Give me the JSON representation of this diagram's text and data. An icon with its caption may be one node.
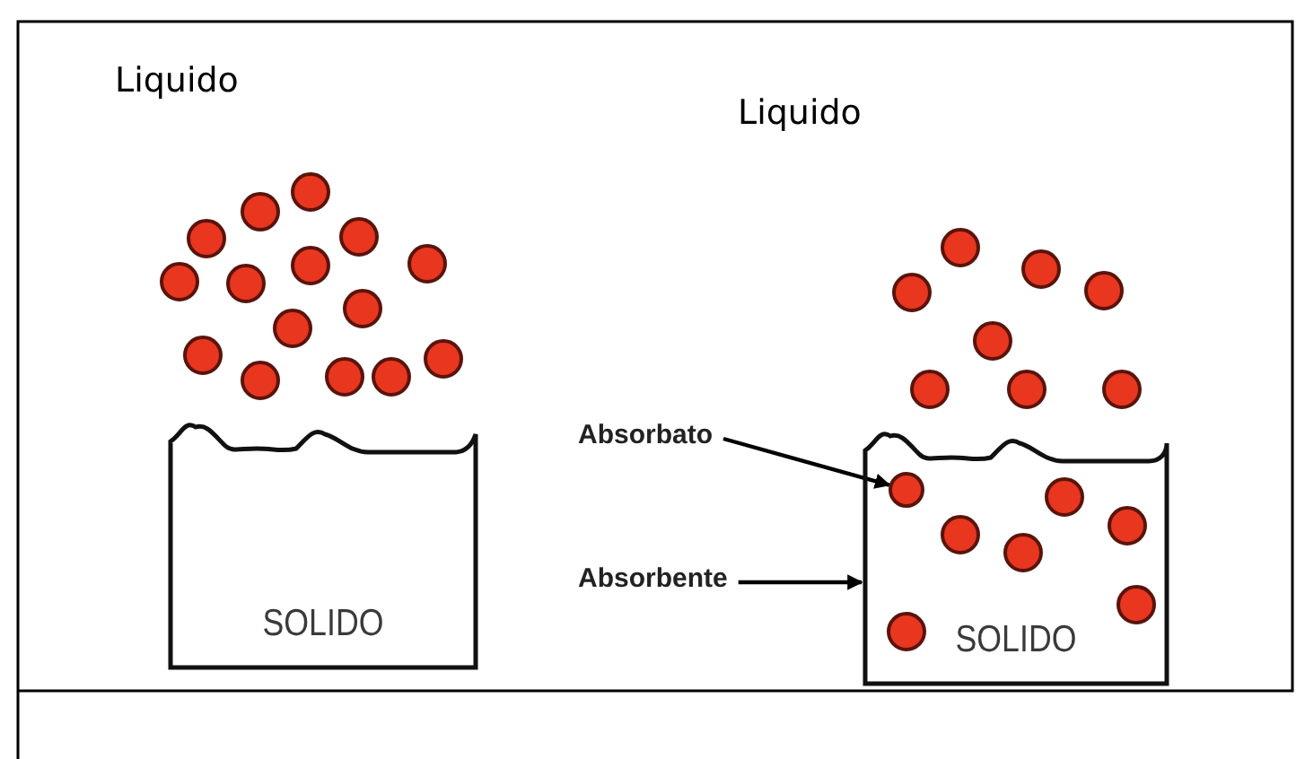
{
  "diagram": {
    "nodes": [
      {
        "text": [
          "SOLIDO"
        ]
      },
      {
        "text": [
          "SOLIDO"
        ]
      },
      {
        "text": [
          "Absorbato"
        ]
      },
      {
        "text": [
          "Absorbente"
        ]
      },
      {
        "text": [],
        "shape": "circle",
        "in": 1
      }
    ],
    "edges": [
      {
        "from": 2,
        "to": 4,
        "arrow": "to"
      },
      {
        "from": 3,
        "to": 1,
        "arrow": "to"
      }
    ],
    "labels": [
      "Liquido",
      "Liquido"
    ]
  }
}
